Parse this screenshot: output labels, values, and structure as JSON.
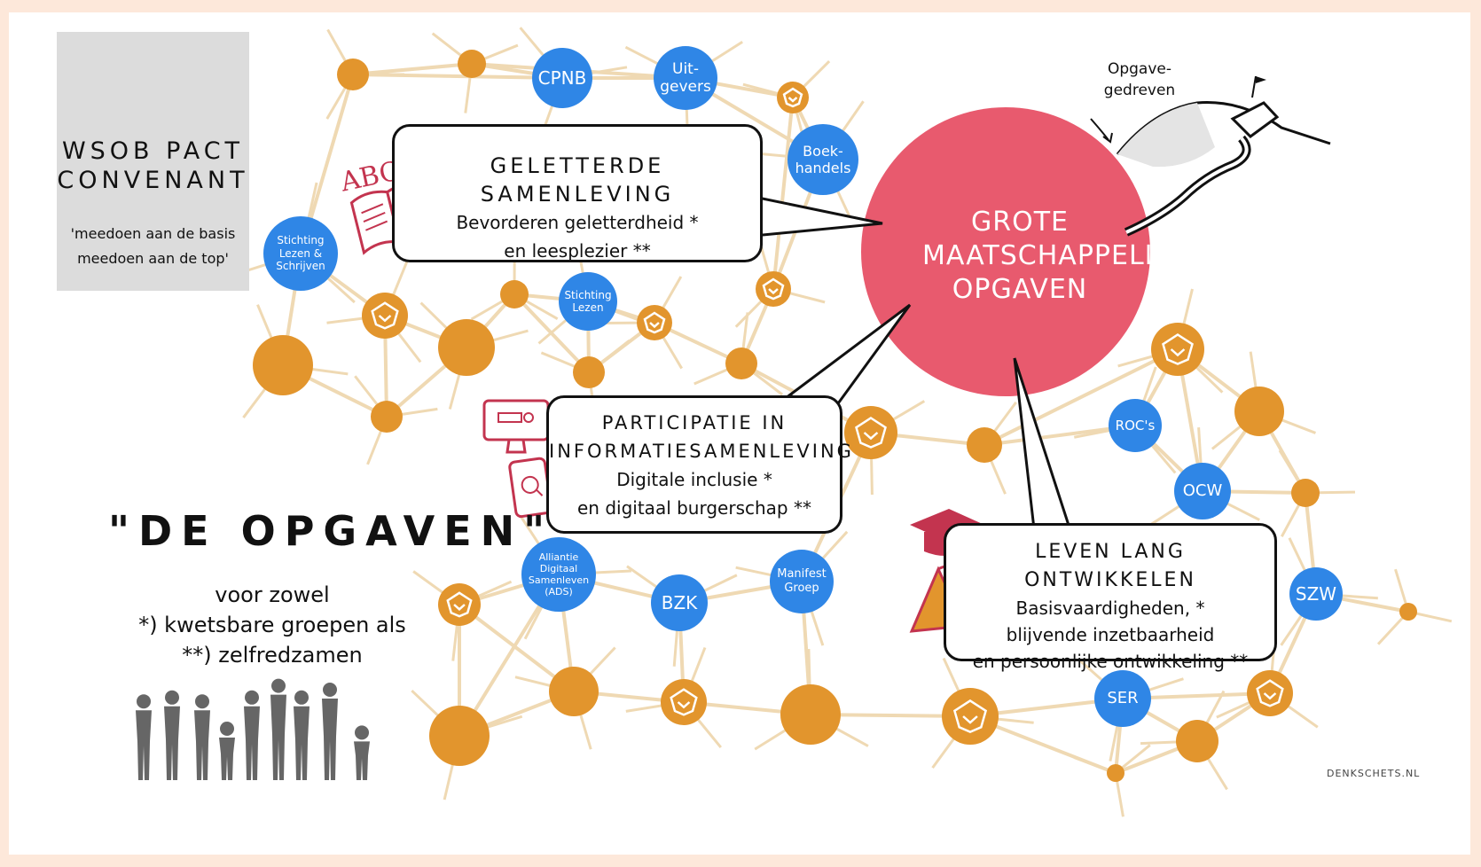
{
  "logo": {
    "title": "WSOB PACT\nCONVENANT",
    "tagline": "'meedoen aan de basis\nmeedoen aan de top'"
  },
  "center": {
    "label": "GROTE\nMAATSCHAPPELIJKE\nOPGAVEN",
    "color": "#e85a6e"
  },
  "corner_note": "Opgave-\ngedreven",
  "abc_label": "ABC",
  "bubbles": {
    "geletterde": {
      "title": "GELETTERDE SAMENLEVING",
      "subtitle": "Bevorderen geletterdheid *\nen leesplezier **"
    },
    "participatie": {
      "title": "PARTICIPATIE IN\nINFORMATIESAMENLEVING",
      "subtitle": "Digitale inclusie *\nen digitaal burgerschap **"
    },
    "leven": {
      "title": "LEVEN LANG ONTWIKKELEN",
      "subtitle": "Basisvaardigheden, *\nblijvende inzetbaarheid\nen persoonlijke ontwikkeling **"
    }
  },
  "heading": "\"DE OPGAVEN\"",
  "subtext": "voor zowel\n*) kwetsbare groepen als\n**) zelfredzamen",
  "partners": [
    {
      "id": "cpnb",
      "label": "CPNB"
    },
    {
      "id": "uitgevers",
      "label": "Uit-\ngevers"
    },
    {
      "id": "boekhandels",
      "label": "Boek-\nhandels"
    },
    {
      "id": "stichting-lezen-schrijven",
      "label": "Stichting\nLezen &\nSchrijven"
    },
    {
      "id": "stichting-lezen",
      "label": "Stichting\nLezen"
    },
    {
      "id": "alliantie",
      "label": "Alliantie\nDigitaal\nSamenleven\n(ADS)"
    },
    {
      "id": "bzk",
      "label": "BZK"
    },
    {
      "id": "manifest",
      "label": "Manifest\nGroep"
    },
    {
      "id": "rocs",
      "label": "ROC's"
    },
    {
      "id": "ocw",
      "label": "OCW"
    },
    {
      "id": "szw",
      "label": "SZW"
    },
    {
      "id": "ser",
      "label": "SER"
    }
  ],
  "credit": "DENKSCHETS.NL",
  "colors": {
    "partner_node": "#2f86e6",
    "library_node": "#e2952d",
    "link": "#efd9b3",
    "accent_red": "#c3344f"
  }
}
